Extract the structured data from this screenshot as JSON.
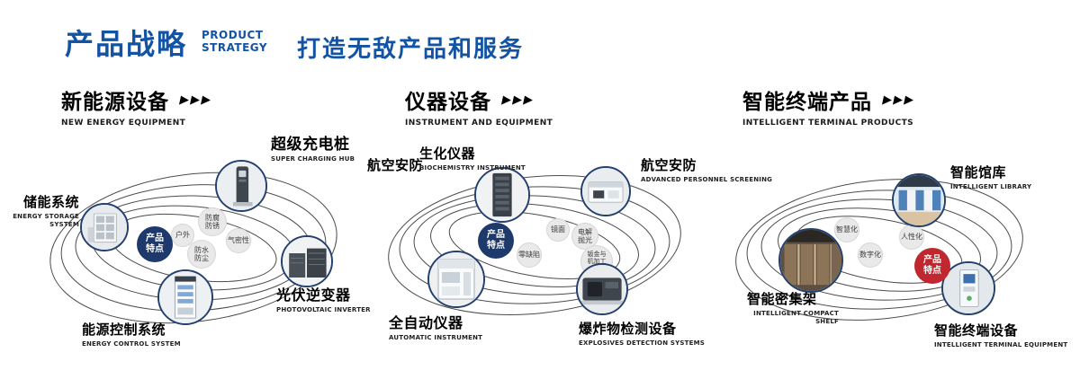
{
  "colors": {
    "brand_blue": "#1253a4",
    "node_ring_navy": "#24406e",
    "badge_navy": "#1e3a6c",
    "badge_red": "#c0272e",
    "bubble_gray": "#e9e9e9",
    "orbit_line": "#2d2d2d"
  },
  "header": {
    "title_cn": "产品战略",
    "title_en_line1": "PRODUCT",
    "title_en_line2": "STRATEGY",
    "slogan": "打造无敌产品和服务"
  },
  "sections": [
    {
      "title_cn": "新能源设备",
      "title_en": "NEW ENERGY EQUIPMENT",
      "arrows": "▶▶▶",
      "badge_label": "产品特点",
      "features": [
        "户外",
        "防腐防锈",
        "气密性",
        "防水防尘"
      ],
      "products": [
        {
          "name_cn": "储能系统",
          "name_en": "ENERGY STORAGE SYSTEM"
        },
        {
          "name_cn": "超级充电桩",
          "name_en": "SUPER CHARGING HUB"
        },
        {
          "name_cn": "光伏逆变器",
          "name_en": "PHOTOVOLTAIC INVERTER"
        },
        {
          "name_cn": "能源控制系统",
          "name_en": "ENERGY CONTROL SYSTEM"
        }
      ]
    },
    {
      "title_cn": "仪器设备",
      "title_en": "INSTRUMENT AND EQUIPMENT",
      "arrows": "▶▶▶",
      "badge_label": "产品特点",
      "features": [
        "镜面",
        "电解抛光",
        "零缺陷",
        "钣金与机加工结合"
      ],
      "products": [
        {
          "name_cn": "航空安防",
          "name_en": ""
        },
        {
          "name_cn": "生化仪器",
          "name_en": "BIOCHEMISTRY INSTRUMENT"
        },
        {
          "name_cn": "航空安防",
          "name_en": "ADVANCED PERSONNEL SCREENING"
        },
        {
          "name_cn": "全自动仪器",
          "name_en": "AUTOMATIC INSTRUMENT"
        },
        {
          "name_cn": "爆炸物检测设备",
          "name_en": "EXPLOSIVES DETECTION SYSTEMS"
        }
      ]
    },
    {
      "title_cn": "智能终端产品",
      "title_en": "INTELLIGENT TERMINAL PRODUCTS",
      "arrows": "▶▶▶",
      "badge_label": "产品特点",
      "features": [
        "智慧化",
        "数字化",
        "人性化"
      ],
      "products": [
        {
          "name_cn": "智能馆库",
          "name_en": "INTELLIGENT LIBRARY"
        },
        {
          "name_cn": "智能密集架",
          "name_en": "INTELLIGENT COMPACT SHELF"
        },
        {
          "name_cn": "智能终端设备",
          "name_en": "INTELLIGENT TERMINAL EQUIPMENT"
        }
      ]
    }
  ]
}
